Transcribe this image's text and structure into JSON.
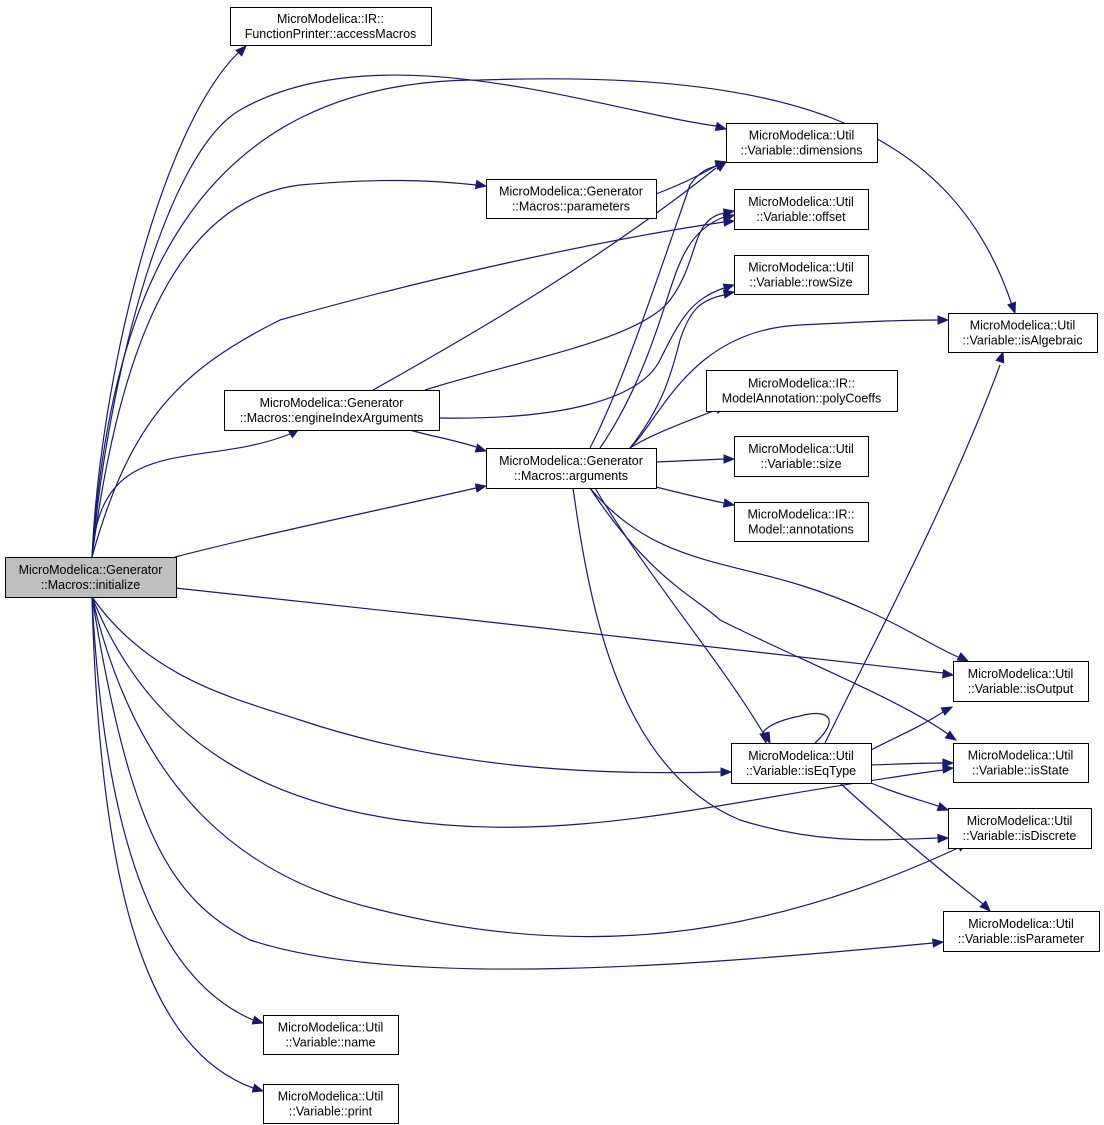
{
  "colors": {
    "edge": "#191970",
    "node_fill": "#ffffff",
    "root_fill": "#bfbfbf"
  },
  "nodes": {
    "initialize": [
      "MicroModelica::Generator",
      "::Macros::initialize"
    ],
    "accessMacros": [
      "MicroModelica::IR::",
      "FunctionPrinter::accessMacros"
    ],
    "dimensions": [
      "MicroModelica::Util",
      "::Variable::dimensions"
    ],
    "parameters": [
      "MicroModelica::Generator",
      "::Macros::parameters"
    ],
    "offset": [
      "MicroModelica::Util",
      "::Variable::offset"
    ],
    "rowSize": [
      "MicroModelica::Util",
      "::Variable::rowSize"
    ],
    "isAlgebraic": [
      "MicroModelica::Util",
      "::Variable::isAlgebraic"
    ],
    "polyCoeffs": [
      "MicroModelica::IR::",
      "ModelAnnotation::polyCoeffs"
    ],
    "engineIndexArguments": [
      "MicroModelica::Generator",
      "::Macros::engineIndexArguments"
    ],
    "size": [
      "MicroModelica::Util",
      "::Variable::size"
    ],
    "arguments": [
      "MicroModelica::Generator",
      "::Macros::arguments"
    ],
    "annotations": [
      "MicroModelica::IR::",
      "Model::annotations"
    ],
    "isOutput": [
      "MicroModelica::Util",
      "::Variable::isOutput"
    ],
    "isEqType": [
      "MicroModelica::Util",
      "::Variable::isEqType"
    ],
    "isState": [
      "MicroModelica::Util",
      "::Variable::isState"
    ],
    "isDiscrete": [
      "MicroModelica::Util",
      "::Variable::isDiscrete"
    ],
    "isParameter": [
      "MicroModelica::Util",
      "::Variable::isParameter"
    ],
    "name": [
      "MicroModelica::Util",
      "::Variable::name"
    ],
    "print": [
      "MicroModelica::Util",
      "::Variable::print"
    ]
  }
}
